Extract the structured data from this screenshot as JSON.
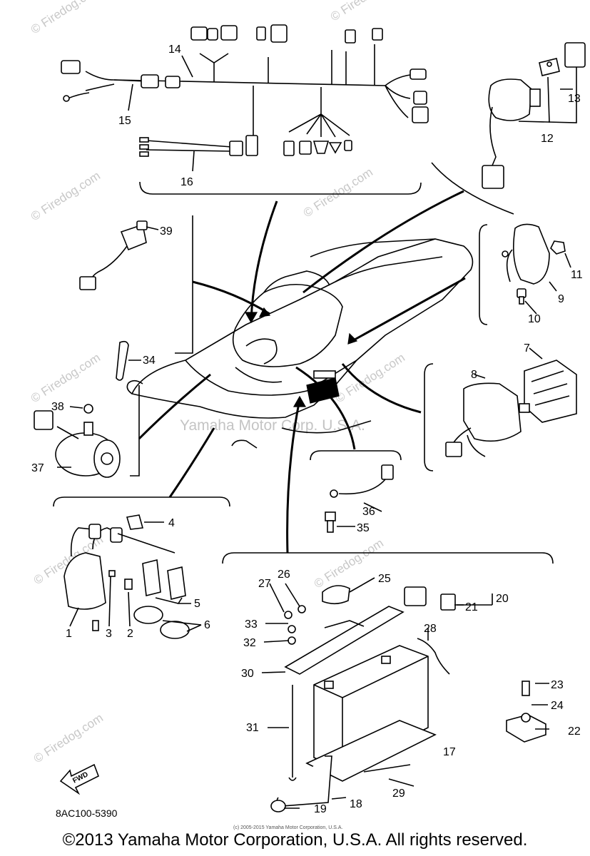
{
  "watermark": {
    "site": "© Firedog.com",
    "center": "Yamaha Motor Corp. U.S.A."
  },
  "diagram_code": "8AC100-5390",
  "fwd_label": "FWD",
  "fine_print": "(c) 2005-2015 Yamaha Motor Corporation, U.S.A.",
  "copyright": "©2013 Yamaha Motor Corporation, U.S.A. All rights reserved.",
  "callouts": [
    "1",
    "2",
    "3",
    "4",
    "5",
    "6",
    "7",
    "8",
    "9",
    "10",
    "11",
    "12",
    "13",
    "14",
    "15",
    "16",
    "17",
    "18",
    "19",
    "20",
    "21",
    "22",
    "23",
    "24",
    "25",
    "26",
    "27",
    "28",
    "29",
    "30",
    "31",
    "32",
    "33",
    "34",
    "35",
    "36",
    "37",
    "38",
    "39"
  ]
}
